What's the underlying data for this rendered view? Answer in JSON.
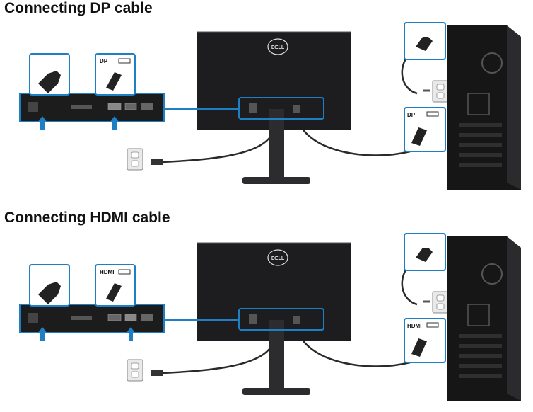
{
  "sections": [
    {
      "title": "Connecting DP cable",
      "callout_label": "DP",
      "pc_label": "DP",
      "port": "dp"
    },
    {
      "title": "Connecting HDMI cable",
      "callout_label": "HDMI",
      "pc_label": "HDMI",
      "port": "hdmi"
    }
  ],
  "brand_logo": "DELL",
  "colors": {
    "callout_border": "#1e7fc4",
    "arrow": "#1e7fc4",
    "monitor": "#1d1d1f",
    "tower": "#161617",
    "cable": "#2a2a2a",
    "outlet": "#e9e9e9"
  }
}
